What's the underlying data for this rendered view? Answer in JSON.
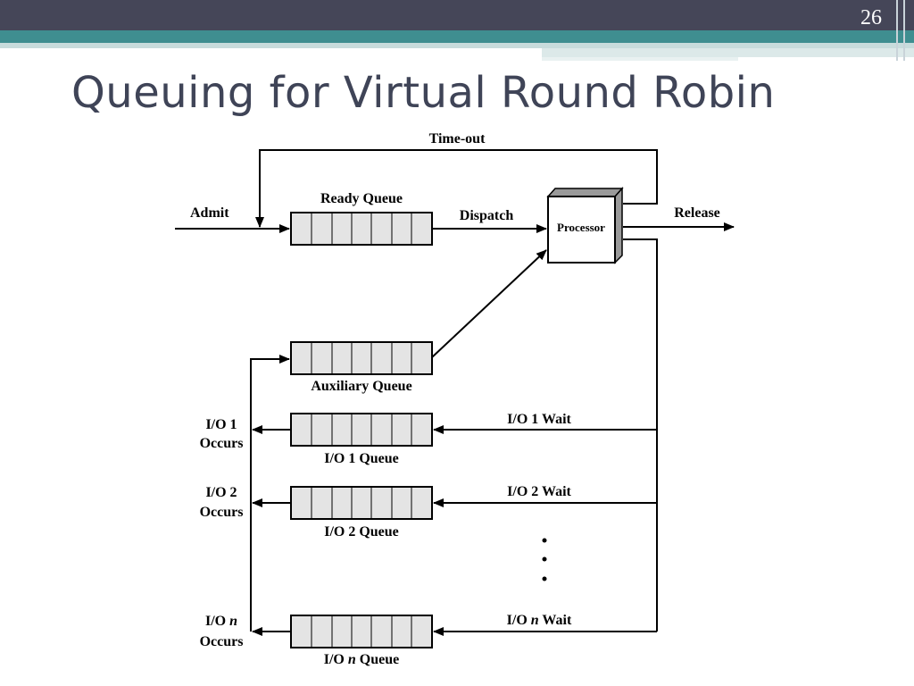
{
  "slide": {
    "number": "26",
    "title": "Queuing for Virtual Round Robin"
  },
  "diagram": {
    "labels": {
      "timeout": "Time-out",
      "admit": "Admit",
      "ready_queue": "Ready Queue",
      "dispatch": "Dispatch",
      "processor": "Processor",
      "release": "Release",
      "auxiliary_queue": "Auxiliary Queue",
      "io1_occurs_line1": "I/O 1",
      "io1_occurs_line2": "Occurs",
      "io1_queue": "I/O 1 Queue",
      "io1_wait": "I/O 1 Wait",
      "io2_occurs_line1": "I/O 2",
      "io2_occurs_line2": "Occurs",
      "io2_queue": "I/O 2 Queue",
      "io2_wait": "I/O 2 Wait",
      "ion_occurs_prefix": "I/O ",
      "ion_occurs_n": "n",
      "ion_occurs_line2": "Occurs",
      "ion_queue_prefix": "I/O ",
      "ion_queue_n": "n",
      "ion_queue_suffix": " Queue",
      "ion_wait_prefix": "I/O ",
      "ion_wait_n": "n",
      "ion_wait_suffix": " Wait"
    }
  },
  "colors": {
    "queue_cell_fill": "#e4e4e4",
    "processor_fill": "#ffffff",
    "processor_shade": "#9a9a9a"
  }
}
